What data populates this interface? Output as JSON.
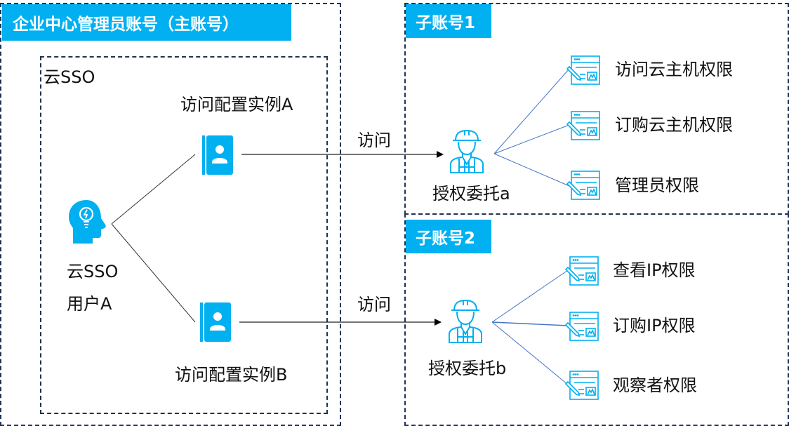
{
  "main_account": {
    "title": "企业中心管理员账号（主账号）",
    "sso_box_label": "云SSO",
    "sso_user": {
      "line1": "云SSO",
      "line2": "用户A",
      "icon": "head-lightbulb-icon"
    },
    "instances": [
      {
        "label": "访问配置实例A",
        "icon": "contact-book-icon"
      },
      {
        "label": "访问配置实例B",
        "icon": "contact-book-icon"
      }
    ]
  },
  "edges": [
    {
      "label": "访问",
      "from": "访问配置实例A",
      "to": "授权委托a"
    },
    {
      "label": "访问",
      "from": "访问配置实例B",
      "to": "授权委托b"
    }
  ],
  "sub_accounts": [
    {
      "title": "子账号1",
      "delegation": {
        "label": "授权委托a",
        "icon": "worker-helmet-icon"
      },
      "permissions": [
        {
          "label": "访问云主机权限",
          "icon": "policy-document-icon"
        },
        {
          "label": "订购云主机权限",
          "icon": "policy-document-icon"
        },
        {
          "label": "管理员权限",
          "icon": "policy-document-icon"
        }
      ]
    },
    {
      "title": "子账号2",
      "delegation": {
        "label": "授权委托b",
        "icon": "worker-helmet-icon"
      },
      "permissions": [
        {
          "label": "查看IP权限",
          "icon": "policy-document-icon"
        },
        {
          "label": "订购IP权限",
          "icon": "policy-document-icon"
        },
        {
          "label": "观察者权限",
          "icon": "policy-document-icon"
        }
      ]
    }
  ],
  "colors": {
    "accent": "#00b0f0",
    "border": "#1f3352",
    "connector": "#4472c4"
  }
}
